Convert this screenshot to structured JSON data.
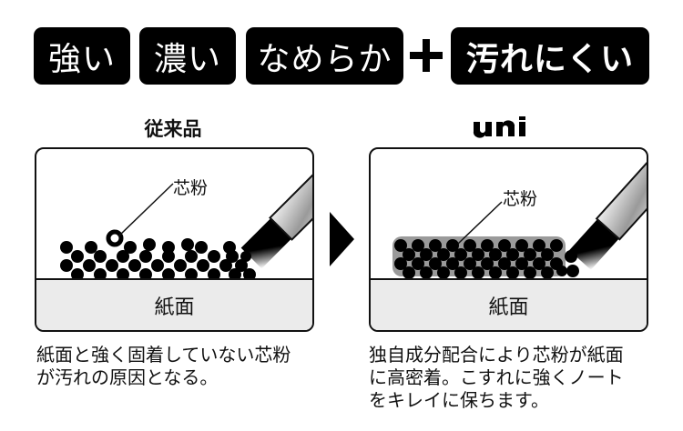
{
  "features": {
    "pills": [
      {
        "label": "強い"
      },
      {
        "label": "濃い"
      },
      {
        "label": "なめらか"
      },
      {
        "label": "汚れにくい"
      }
    ],
    "plus_symbol": "+"
  },
  "comparison": {
    "conventional": {
      "heading": "従来品",
      "core_powder_label": "芯粉",
      "paper_label": "紙面",
      "caption_lines": [
        "紙面と強く固着していない芯粉",
        "が汚れの原因となる。"
      ]
    },
    "uni": {
      "heading": "uni",
      "core_powder_label": "芯粉",
      "paper_label": "紙面",
      "caption_lines": [
        "独自成分配合により芯粉が紙面",
        "に高密着。こすれに強くノート",
        "をキレイに保ちます。"
      ]
    }
  },
  "colors": {
    "pill_bg": "#000000",
    "pill_text": "#ffffff",
    "paper_fill": "#ebebeb",
    "outline": "#111111"
  }
}
